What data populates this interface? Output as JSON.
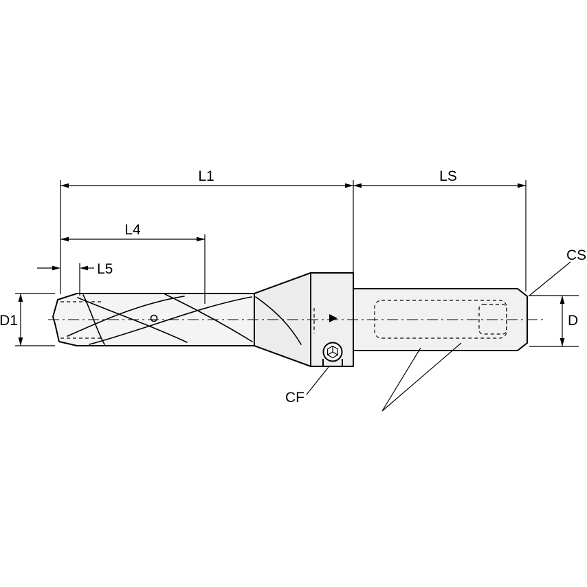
{
  "diagram": {
    "labels": {
      "l1": "L1",
      "l4": "L4",
      "l5": "L5",
      "ls": "LS",
      "d1": "D1",
      "d": "D",
      "cs": "CS",
      "cf": "CF"
    },
    "colors": {
      "line": "#000000",
      "background": "#ffffff",
      "body_fill": "#f4f4f4",
      "cone_fill": "#ececec",
      "collar_fill": "#efefef",
      "shank_fill": "#f1f1f1",
      "screw_fill": "#fafafa"
    }
  }
}
